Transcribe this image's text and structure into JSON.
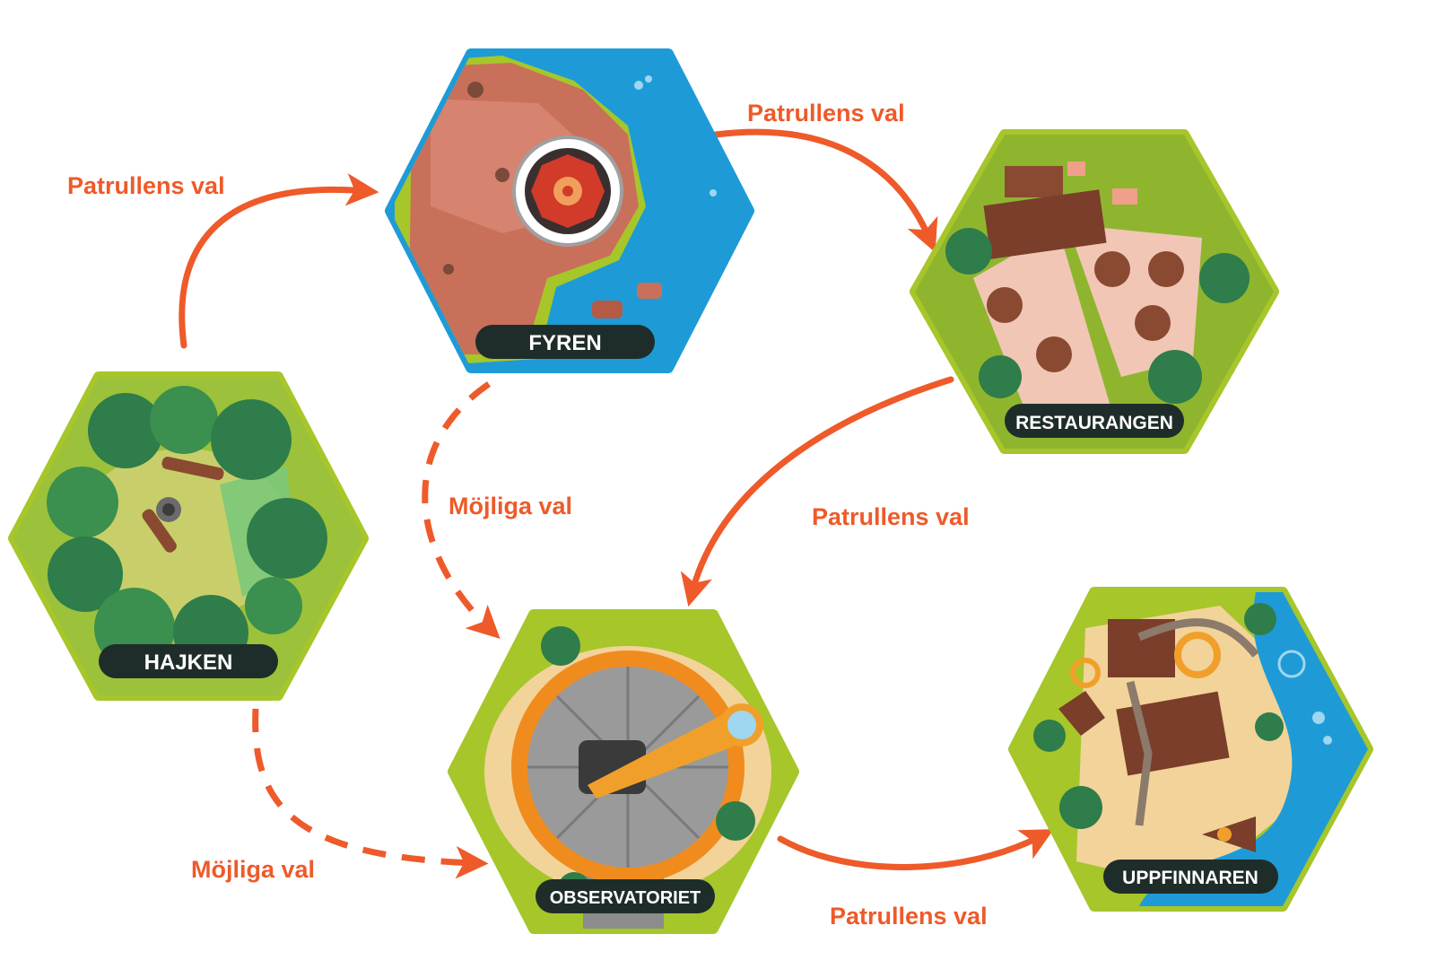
{
  "colors": {
    "arrow": "#ee5a2a",
    "label_text": "#ee5a2a",
    "hex_rim": "#a6c62a",
    "grass": "#8fb52f",
    "forest": "#2e7d4a",
    "water": "#1e9bd6",
    "rock": "#c9705b",
    "sand": "#f2d39a",
    "wood": "#8a4a32",
    "pill": "#1f2d2a",
    "node_text": "#ffffff"
  },
  "nodes": {
    "hajken": {
      "label": "HAJKEN",
      "theme": "forest-camp"
    },
    "fyren": {
      "label": "FYREN",
      "theme": "lighthouse-cliff"
    },
    "restaurangen": {
      "label": "RESTAURANGEN",
      "theme": "restaurant-patio"
    },
    "observatoriet": {
      "label": "OBSERVATORIET",
      "theme": "observatory-telescope"
    },
    "uppfinnaren": {
      "label": "UPPFINNAREN",
      "theme": "inventor-workshop"
    }
  },
  "edges": {
    "hajken_fyren": {
      "label": "Patrullens val",
      "style": "solid"
    },
    "fyren_restaurangen": {
      "label": "Patrullens val",
      "style": "solid"
    },
    "restaurangen_observatoriet": {
      "label": "Patrullens val",
      "style": "solid"
    },
    "observatoriet_uppfinnaren": {
      "label": "Patrullens val",
      "style": "solid"
    },
    "fyren_observatoriet": {
      "label": "Möjliga val",
      "style": "dashed"
    },
    "hajken_observatoriet": {
      "label": "Möjliga val",
      "style": "dashed"
    }
  }
}
